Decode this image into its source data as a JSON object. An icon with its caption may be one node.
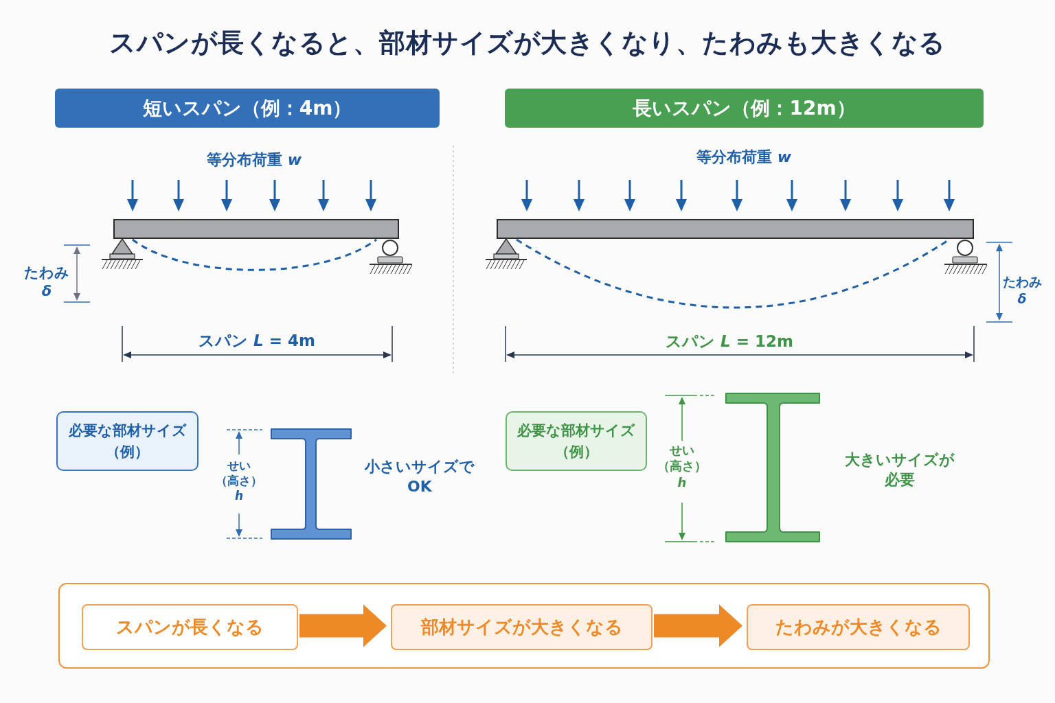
{
  "diagram": {
    "title": "スパンが長くなると、部材サイズが大きくなり、たわみも大きくなる",
    "nodes": [
      {
        "text": [
          "短いスパン（例：4m）"
        ]
      },
      {
        "text": [
          "長いスパン（例：12m）"
        ]
      },
      {
        "text": [
          "必要な部材サイズ（例）"
        ]
      },
      {
        "text": [
          "必要な部材サイズ（例）"
        ]
      },
      {
        "text": [],
        "shape": "box"
      },
      {
        "text": [
          "スパンが長くなる"
        ],
        "in": 4
      },
      {
        "text": [
          "部材サイズが大きくなる"
        ],
        "in": 4
      },
      {
        "text": [
          "たわみが大きくなる"
        ],
        "in": 4
      }
    ],
    "edges": [
      {
        "from": 5,
        "to": 6,
        "arrow": "to"
      },
      {
        "from": 6,
        "to": 7,
        "arrow": "to"
      }
    ],
    "labels": [
      "等分布荷重 *w*",
      "等分布荷重 *w*",
      "たわみ *δ*",
      "たわみ *δ*",
      "スパン *L* = 4m",
      "スパン *L* = 12m",
      "せい（高さ）*h*",
      "小さいサイズでOK",
      "せい（高さ）*h*",
      "大きいサイズが必要"
    ]
  }
}
